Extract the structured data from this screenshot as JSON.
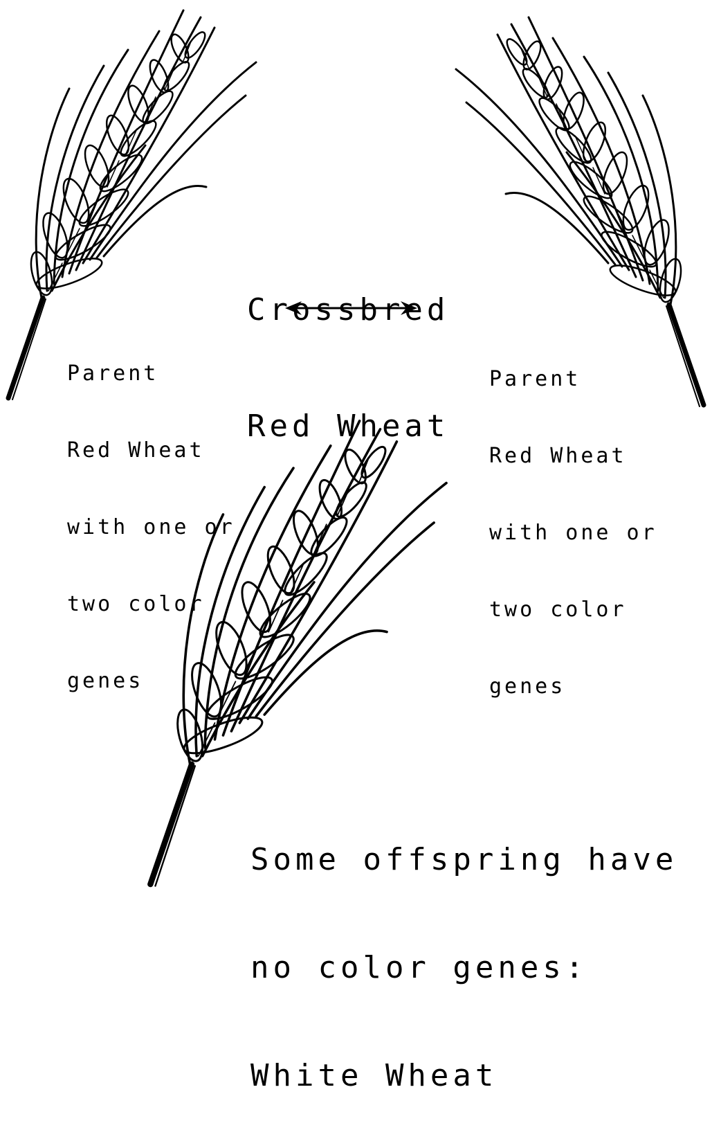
{
  "title": {
    "lines": [
      "Crossbred",
      "Red Wheat"
    ]
  },
  "left_parent": {
    "lines": [
      "Parent",
      "Red Wheat",
      "with one or",
      "two color",
      "genes"
    ]
  },
  "right_parent": {
    "lines": [
      "Parent",
      "Red Wheat",
      "with one or",
      "two color",
      "genes"
    ]
  },
  "offspring": {
    "lines": [
      "Some offspring have",
      "no color genes:",
      "White Wheat"
    ]
  },
  "icons": {
    "left_wheat": "wheat-ear-icon",
    "right_wheat": "wheat-ear-icon",
    "bottom_wheat": "wheat-ear-icon",
    "cross_arrow": "double-arrow-icon"
  },
  "colors": {
    "ink": "#000000",
    "background": "#ffffff"
  }
}
